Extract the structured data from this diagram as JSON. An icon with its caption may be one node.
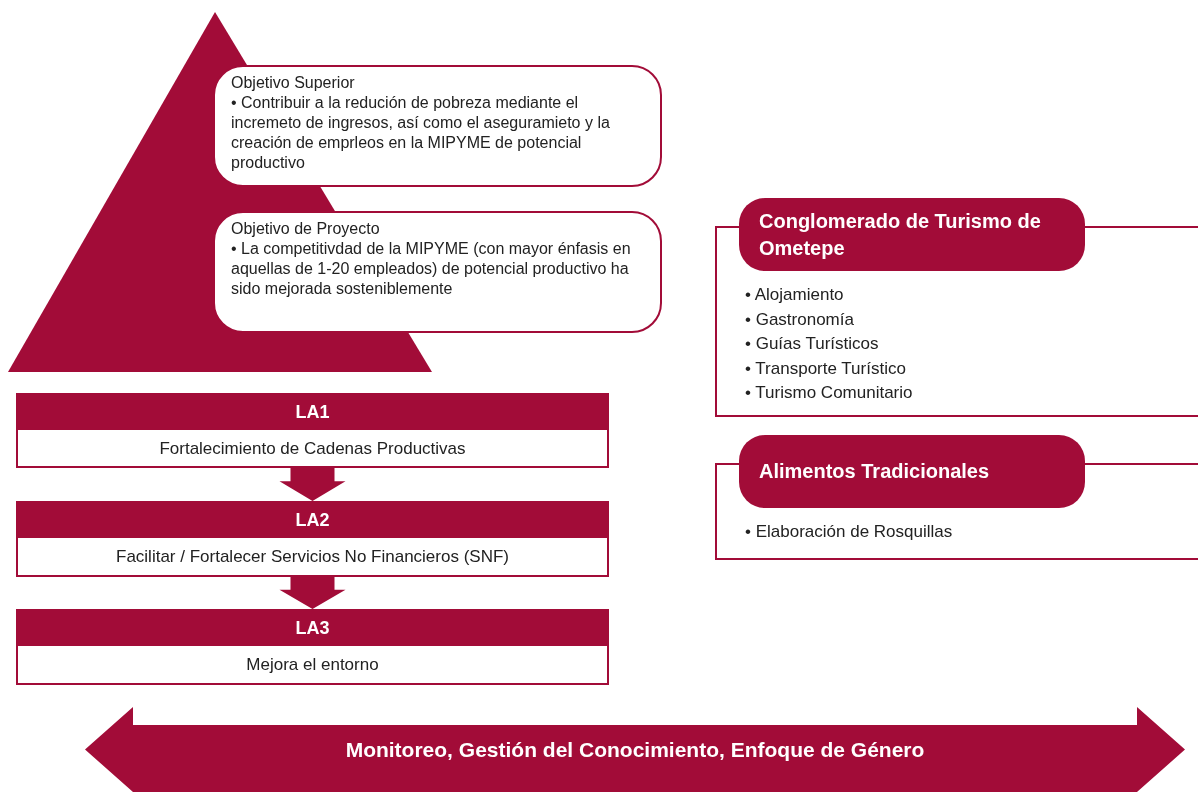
{
  "diagram": {
    "nodes": [
      {
        "text": [
          "Objetivo Superior",
          "• Contribuir a la redución de pobreza mediante el incremeto de ingresos, así como el aseguramieto y la creación de emprleos en la MIPYME de potencial productivo"
        ]
      },
      {
        "text": [
          "Objetivo de Proyecto",
          "• La competitivdad de la MIPYME (con mayor énfasis en aquellas de 1-20 empleados) de potencial productivo ha sido mejorada sosteniblemente"
        ]
      },
      {
        "text": [
          "LA1",
          "Fortalecimiento de Cadenas Productivas"
        ]
      },
      {
        "text": [
          "LA2",
          "Facilitar / Fortalecer Servicios No Financieros (SNF)"
        ]
      },
      {
        "text": [
          "LA3",
          "Mejora el entorno"
        ]
      },
      {
        "text": [
          "Conglomerado de Turismo de Ometepe",
          "• Alojamiento",
          "• Gastronomía",
          "• Guías Turísticos",
          "• Transporte Turístico",
          "• Turismo Comunitario"
        ]
      },
      {
        "text": [
          "Alimentos Tradicionales",
          "• Elaboración de Rosquillas"
        ]
      },
      {
        "text": [
          "Monitoreo, Gestión del Conocimiento, Enfoque de Género"
        ]
      }
    ],
    "edges": [
      {
        "from": 2,
        "to": 3,
        "arrow": "to"
      },
      {
        "from": 3,
        "to": 4,
        "arrow": "to"
      }
    ]
  }
}
